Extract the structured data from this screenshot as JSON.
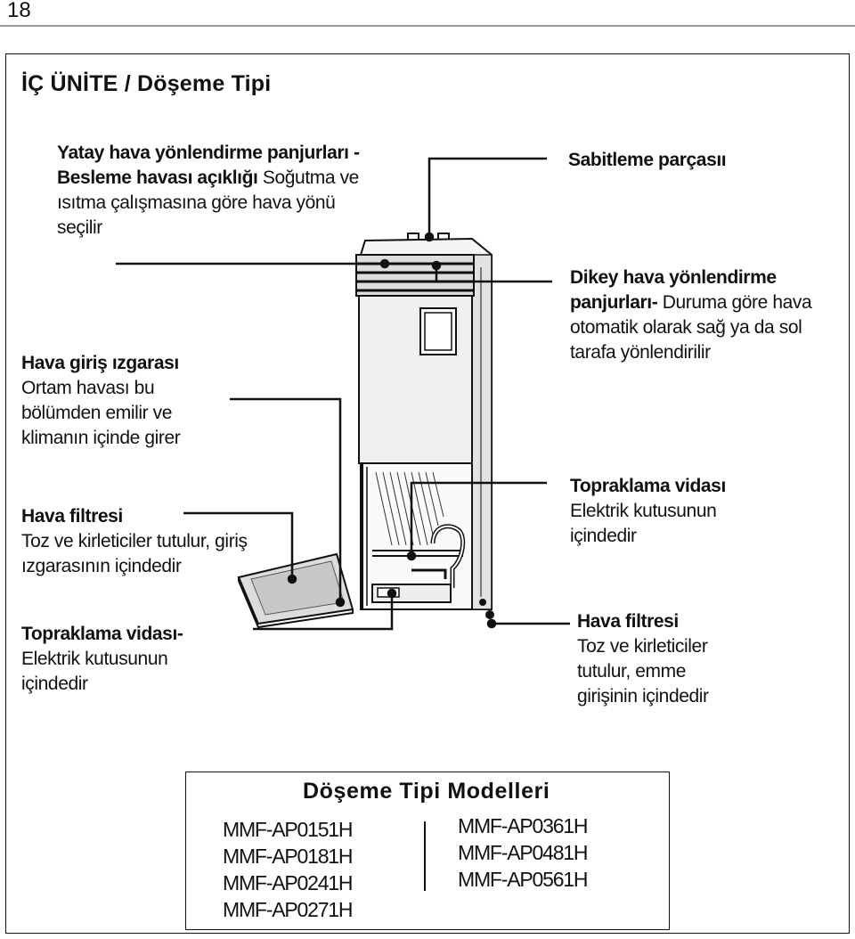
{
  "page_number": "18",
  "section_title": "İÇ ÜNİTE / Döşeme Tipi",
  "labels": {
    "louver_horizontal": {
      "title": "Yatay hava yönlendirme panjurları - Besleme havası açıklığı",
      "desc": " Soğutma ve ısıtma çalışmasına göre hava yönü seçilir"
    },
    "air_inlet": {
      "title": "Hava giriş ızgarası",
      "desc": "Ortam havası bu bölümden emilir ve klimanın içinde girer"
    },
    "air_filter_left": {
      "title": "Hava filtresi",
      "desc": "Toz ve kirleticiler tutulur, giriş ızgarasının içindedir"
    },
    "ground_screw_left": {
      "title": "Topraklama vidası-",
      "desc": "Elektrik kutusunun içindedir"
    },
    "fixing_part": {
      "title": "Sabitleme parçasıı"
    },
    "louver_vertical": {
      "title": "Dikey hava yönlendirme panjurları-",
      "desc": " Duruma göre hava otomatik olarak sağ ya da sol tarafa yönlendirilir"
    },
    "ground_screw_right": {
      "title": "Topraklama vidası",
      "desc": "Elektrik kutusunun içindedir"
    },
    "air_filter_right": {
      "title": "Hava filtresi",
      "desc": "Toz ve kirleticiler tutulur, emme girişinin içindedir"
    }
  },
  "models": {
    "title": "Döşeme Tipi Modelleri",
    "left": [
      "MMF-AP0151H",
      "MMF-AP0181H",
      "MMF-AP0241H",
      "MMF-AP0271H"
    ],
    "right": [
      "MMF-AP0361H",
      "MMF-AP0481H",
      "MMF-AP0561H"
    ]
  }
}
